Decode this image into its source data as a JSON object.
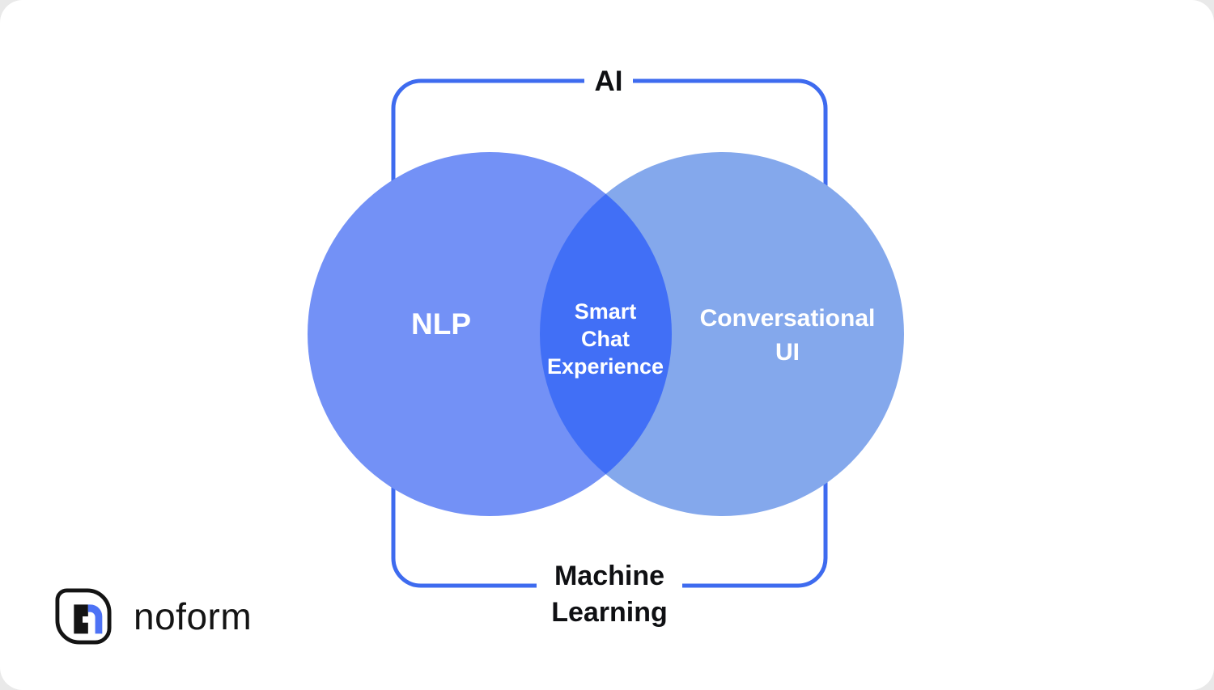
{
  "brand": {
    "name": "noform",
    "accent": "#4D72F5",
    "ink": "#141414"
  },
  "venn": {
    "bracket_color": "#3E6BEF",
    "outer_label_top": "AI",
    "outer_label_bottom": "Machine Learning",
    "outer_label_bottom_lines": [
      "Machine",
      "Learning"
    ],
    "left": {
      "label": "NLP",
      "color": "#7391F6"
    },
    "right": {
      "label": "Conversational UI",
      "label_lines": [
        "Conversational",
        "UI"
      ],
      "color": "#84A8EC"
    },
    "intersection": {
      "label": "Smart Chat Experience",
      "label_lines": [
        "Smart",
        "Chat",
        "Experience"
      ],
      "color": "#416FF6"
    },
    "label_text_color": "#FFFFFF",
    "outer_label_text_color": "#0F1013"
  }
}
